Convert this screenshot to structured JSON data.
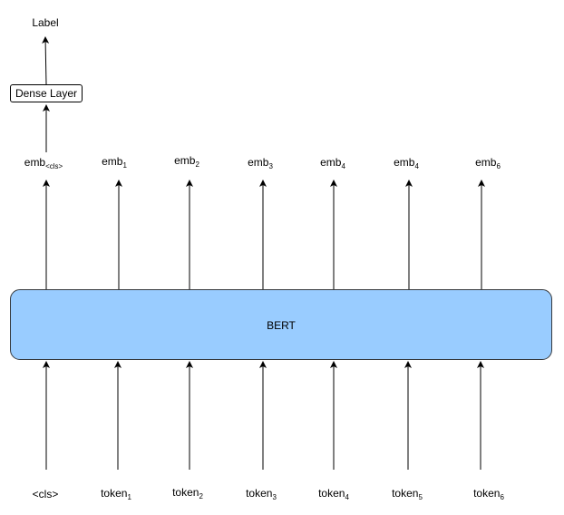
{
  "model": {
    "label": "BERT",
    "color": "#99ccff"
  },
  "dense_layer": {
    "label": "Dense Layer"
  },
  "output_label": {
    "text": "Label"
  },
  "embeddings": [
    {
      "base": "emb",
      "sub": "<cls>"
    },
    {
      "base": "emb",
      "sub": "1"
    },
    {
      "base": "emb",
      "sub": "2"
    },
    {
      "base": "emb",
      "sub": "3"
    },
    {
      "base": "emb",
      "sub": "4"
    },
    {
      "base": "emb",
      "sub": "4"
    },
    {
      "base": "emb",
      "sub": "6"
    }
  ],
  "tokens": [
    {
      "base": "<cls>",
      "sub": ""
    },
    {
      "base": "token",
      "sub": "1"
    },
    {
      "base": "token",
      "sub": "2"
    },
    {
      "base": "token",
      "sub": "3"
    },
    {
      "base": "token",
      "sub": "4"
    },
    {
      "base": "token",
      "sub": "5"
    },
    {
      "base": "token",
      "sub": "6"
    }
  ]
}
